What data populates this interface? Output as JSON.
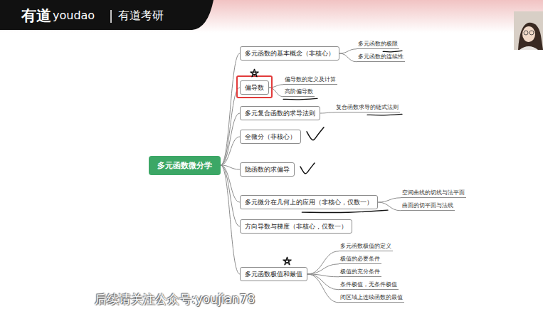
{
  "diagram": {
    "nodes": [
      {
        "text": [
          "多元函数微分学"
        ]
      },
      {
        "text": [
          "多元函数的基本概念（非核心）"
        ]
      },
      {
        "text": [
          "多元函数的极限"
        ]
      },
      {
        "text": [
          "多元函数的连续性"
        ]
      },
      {
        "text": [
          "偏导数"
        ]
      },
      {
        "text": [
          "偏导数的定义及计算"
        ]
      },
      {
        "text": [
          "高阶偏导数"
        ]
      },
      {
        "text": [
          "多元复合函数的求导法则"
        ]
      },
      {
        "text": [
          "复合函数求导的链式法则"
        ]
      },
      {
        "text": [
          "全微分（非核心）"
        ]
      },
      {
        "text": [
          "隐函数的求偏导"
        ]
      },
      {
        "text": [
          "多元微分在几何上的应用（非核心，仅数一）"
        ]
      },
      {
        "text": [
          "空间曲线的切线与法平面"
        ]
      },
      {
        "text": [
          "曲面的切平面与法线"
        ]
      },
      {
        "text": [
          "方向导数与梯度（非核心，仅数一）"
        ]
      },
      {
        "text": [
          "多元函数极值和最值"
        ]
      },
      {
        "text": [
          "多元函数极值的定义"
        ]
      },
      {
        "text": [
          "极值的必要条件"
        ]
      },
      {
        "text": [
          "极值的充分条件"
        ]
      },
      {
        "text": [
          "条件极值，无条件极值"
        ]
      },
      {
        "text": [
          "闭区域上连续函数的最值"
        ]
      }
    ],
    "edges": [
      {
        "from": 0,
        "to": 1,
        "arrow": "none"
      },
      {
        "from": 1,
        "to": 2,
        "arrow": "none"
      },
      {
        "from": 1,
        "to": 3,
        "arrow": "none"
      },
      {
        "from": 0,
        "to": 4,
        "arrow": "none"
      },
      {
        "from": 4,
        "to": 5,
        "arrow": "none"
      },
      {
        "from": 4,
        "to": 6,
        "arrow": "none"
      },
      {
        "from": 0,
        "to": 7,
        "arrow": "none"
      },
      {
        "from": 7,
        "to": 8,
        "arrow": "none"
      },
      {
        "from": 0,
        "to": 9,
        "arrow": "none"
      },
      {
        "from": 0,
        "to": 10,
        "arrow": "none"
      },
      {
        "from": 0,
        "to": 11,
        "arrow": "none"
      },
      {
        "from": 11,
        "to": 12,
        "arrow": "none"
      },
      {
        "from": 11,
        "to": 13,
        "arrow": "none"
      },
      {
        "from": 0,
        "to": 14,
        "arrow": "none"
      },
      {
        "from": 0,
        "to": 15,
        "arrow": "none"
      },
      {
        "from": 15,
        "to": 16,
        "arrow": "none"
      },
      {
        "from": 15,
        "to": 17,
        "arrow": "none"
      },
      {
        "from": 15,
        "to": 18,
        "arrow": "none"
      },
      {
        "from": 15,
        "to": 19,
        "arrow": "none"
      },
      {
        "from": 15,
        "to": 20,
        "arrow": "none"
      }
    ],
    "labels": [
      "有道",
      "youdao",
      "有道考研",
      "后续请关注公众号:youjian78"
    ]
  }
}
